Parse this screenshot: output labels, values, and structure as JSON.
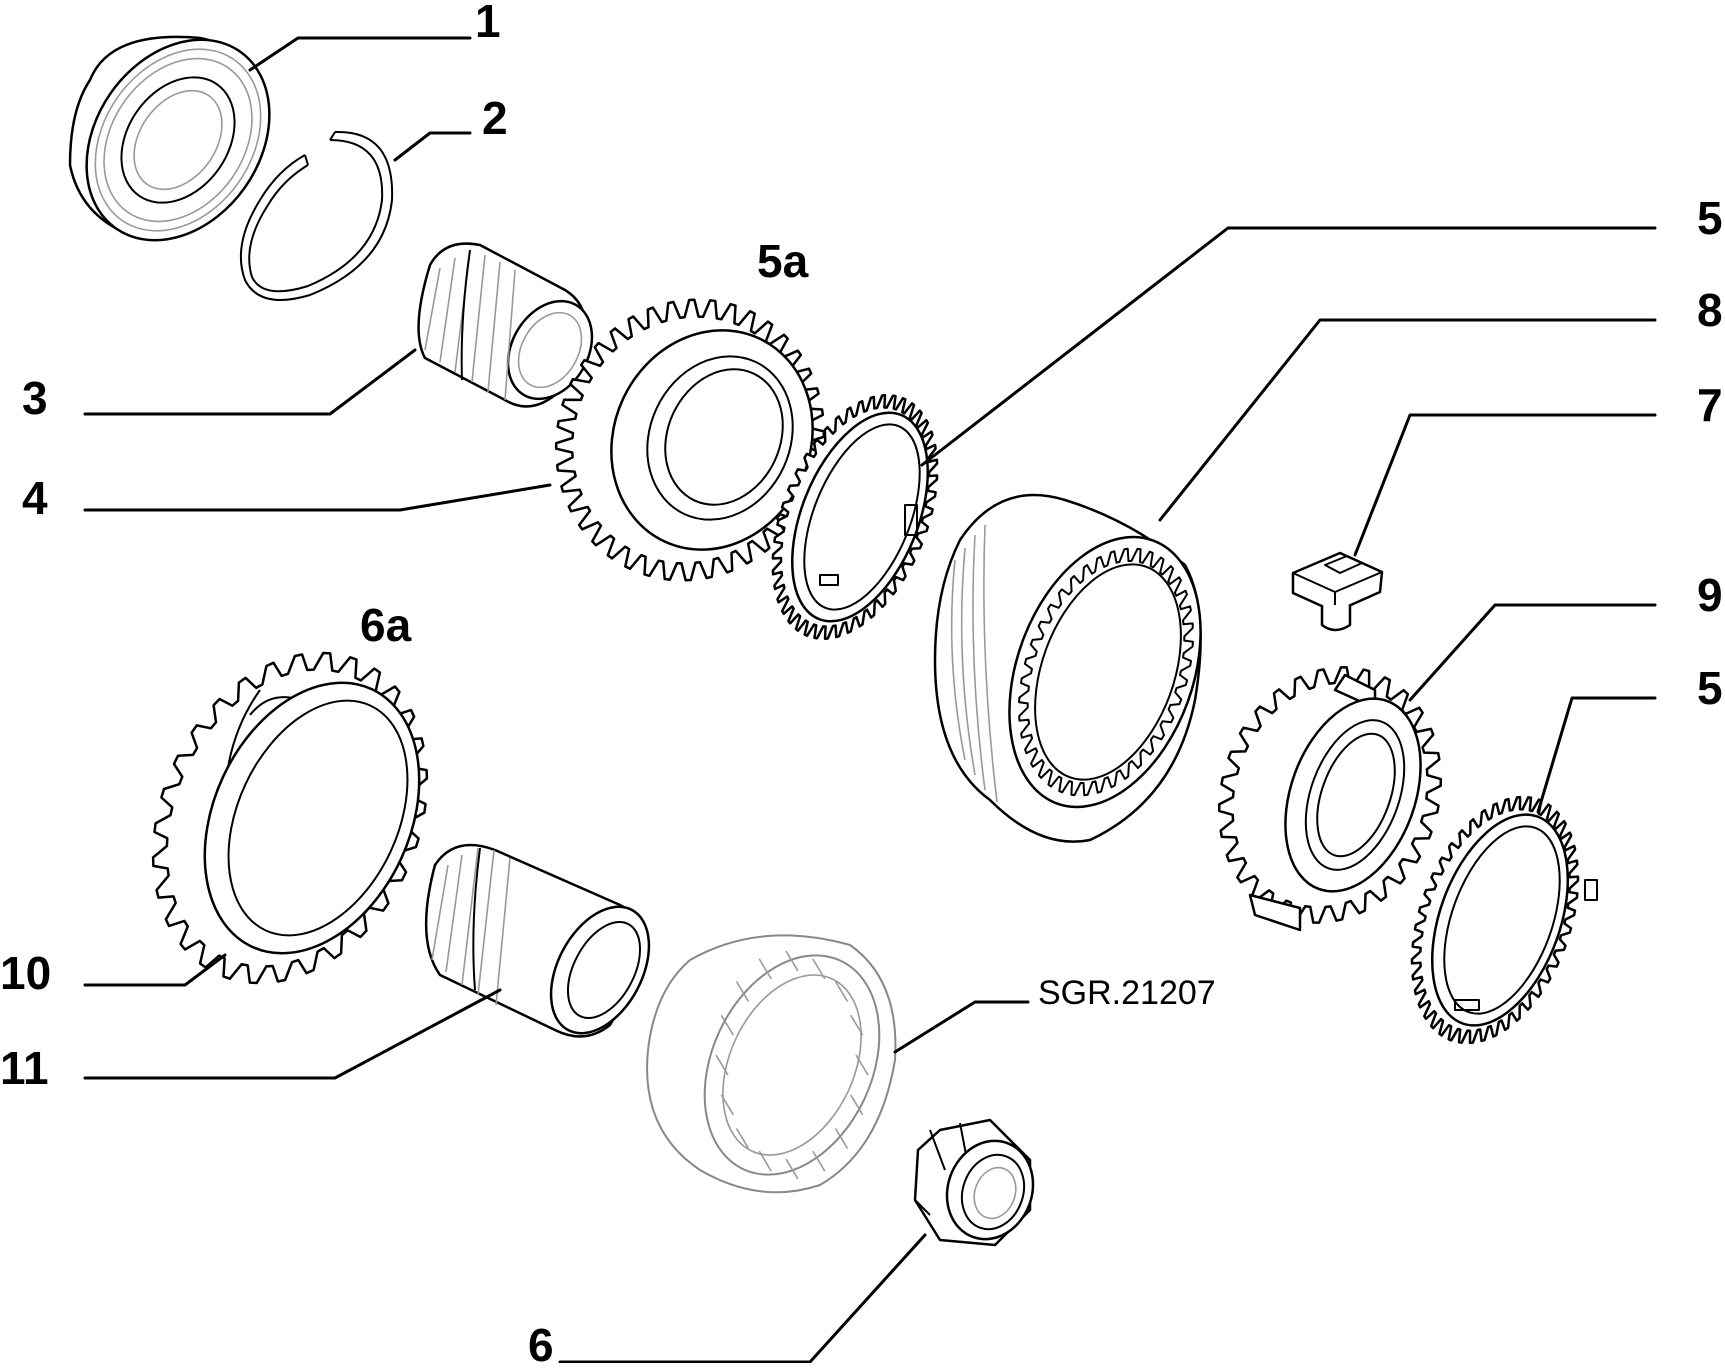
{
  "diagram": {
    "drawing_code": "SGR.21207",
    "callouts": [
      {
        "id": "1",
        "label": "1"
      },
      {
        "id": "2",
        "label": "2"
      },
      {
        "id": "3",
        "label": "3"
      },
      {
        "id": "4",
        "label": "4"
      },
      {
        "id": "5a",
        "label": "5a"
      },
      {
        "id": "5-top",
        "label": "5"
      },
      {
        "id": "8",
        "label": "8"
      },
      {
        "id": "7",
        "label": "7"
      },
      {
        "id": "9",
        "label": "9"
      },
      {
        "id": "5-bottom",
        "label": "5"
      },
      {
        "id": "6a",
        "label": "6a"
      },
      {
        "id": "10",
        "label": "10"
      },
      {
        "id": "11",
        "label": "11"
      },
      {
        "id": "6",
        "label": "6"
      }
    ]
  }
}
